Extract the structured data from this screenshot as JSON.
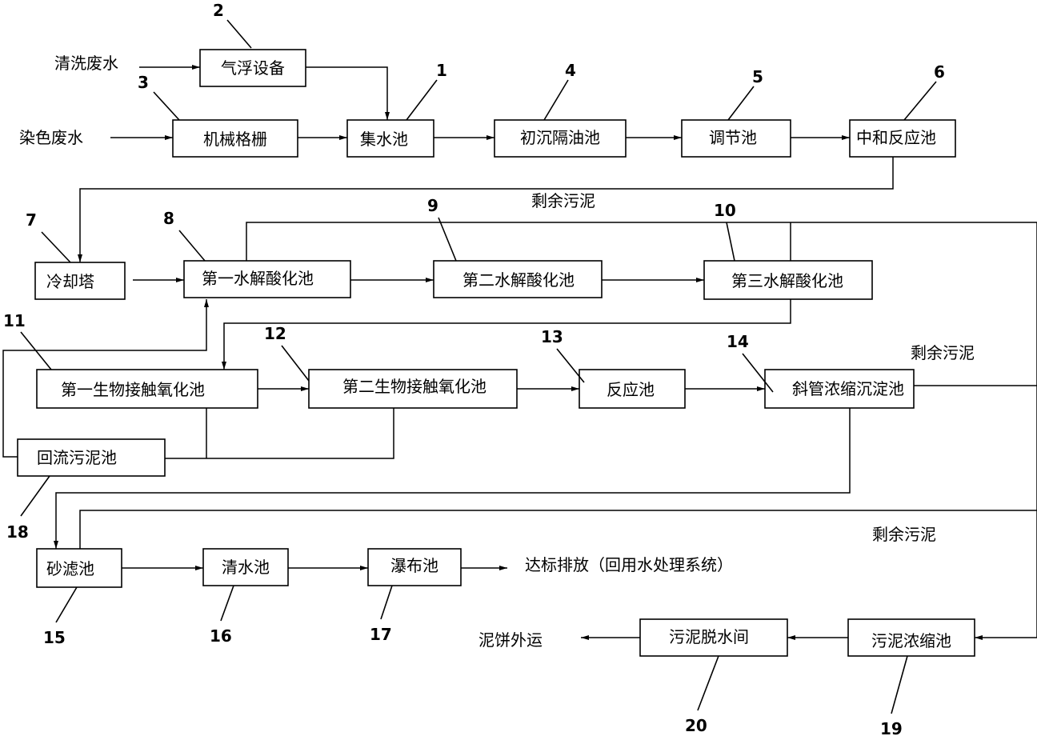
{
  "boxes": {
    "b2": "气浮设备",
    "b3": "机械格栅",
    "b1": "集水池",
    "b4": "初沉隔油池",
    "b5": "调节池",
    "b6": "中和反应池",
    "b7": "冷却塔",
    "b8": "第一水解酸化池",
    "b9": "第二水解酸化池",
    "b10": "第三水解酸化池",
    "b11": "第一生物接触氧化池",
    "b12": "第二生物接触氧化池",
    "b13": "反应池",
    "b14": "斜管浓缩沉淀池",
    "b18": "回流污泥池",
    "b15": "砂滤池",
    "b16": "清水池",
    "b17": "瀑布池",
    "b20": "污泥脱水间",
    "b19": "污泥浓缩池"
  },
  "inputs": {
    "washing": "清洗废水",
    "dyeing": "染色废水"
  },
  "outputs": {
    "discharge": "达标排放（回用水处理系统）",
    "cake": "泥饼外运"
  },
  "sludge_labels": {
    "s1": "剩余污泥",
    "s2": "剩余污泥",
    "s3": "剩余污泥"
  },
  "numbers": {
    "n1": "1",
    "n2": "2",
    "n3": "3",
    "n4": "4",
    "n5": "5",
    "n6": "6",
    "n7": "7",
    "n8": "8",
    "n9": "9",
    "n10": "10",
    "n11": "11",
    "n12": "12",
    "n13": "13",
    "n14": "14",
    "n15": "15",
    "n16": "16",
    "n17": "17",
    "n18": "18",
    "n19": "19",
    "n20": "20"
  }
}
